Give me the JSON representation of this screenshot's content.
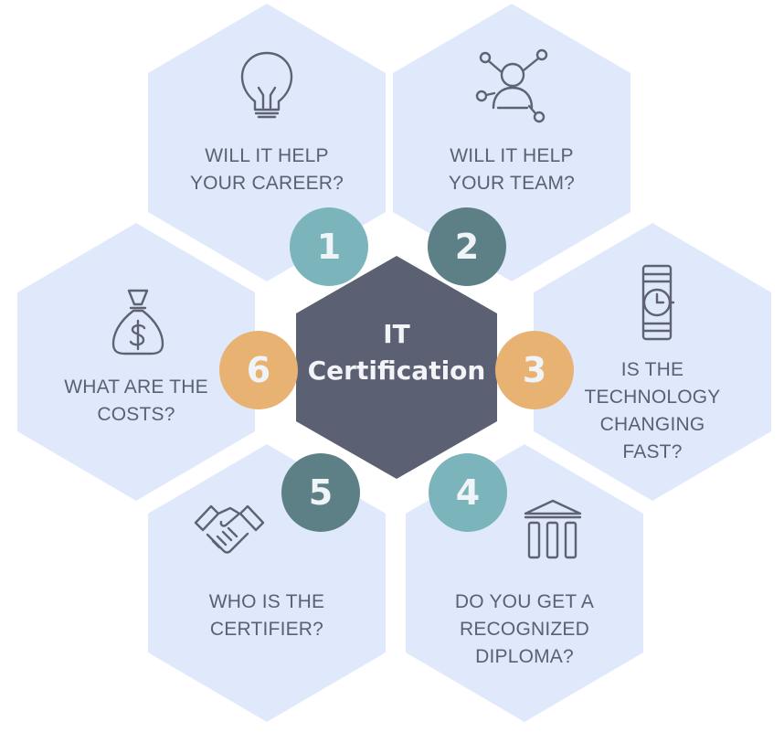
{
  "center": {
    "line1": "IT",
    "line2": "Certification"
  },
  "items": [
    {
      "number": "1",
      "line1": "WILL IT HELP",
      "line2": "YOUR CAREER?",
      "icon": "lightbulb-icon"
    },
    {
      "number": "2",
      "line1": "WILL IT HELP",
      "line2": "YOUR TEAM?",
      "icon": "team-network-icon"
    },
    {
      "number": "3",
      "line1": "IS THE",
      "line2": "TECHNOLOGY",
      "line3": "CHANGING",
      "line4": "FAST?",
      "icon": "watch-icon"
    },
    {
      "number": "4",
      "line1": "DO YOU GET A",
      "line2": "RECOGNIZED",
      "line3": "DIPLOMA?",
      "icon": "institution-icon"
    },
    {
      "number": "5",
      "line1": "WHO IS THE",
      "line2": "CERTIFIER?",
      "icon": "handshake-icon"
    },
    {
      "number": "6",
      "line1": "WHAT ARE THE",
      "line2": "COSTS?",
      "icon": "money-bag-icon"
    }
  ],
  "colors": {
    "hex_fill": "#dfe9fb",
    "center_fill": "#5b6172",
    "badge_teal_light": "#7cb4bb",
    "badge_teal_dark": "#5c8085",
    "badge_orange": "#e8b272",
    "text": "#5b6072",
    "icon_stroke": "#5f6272"
  }
}
